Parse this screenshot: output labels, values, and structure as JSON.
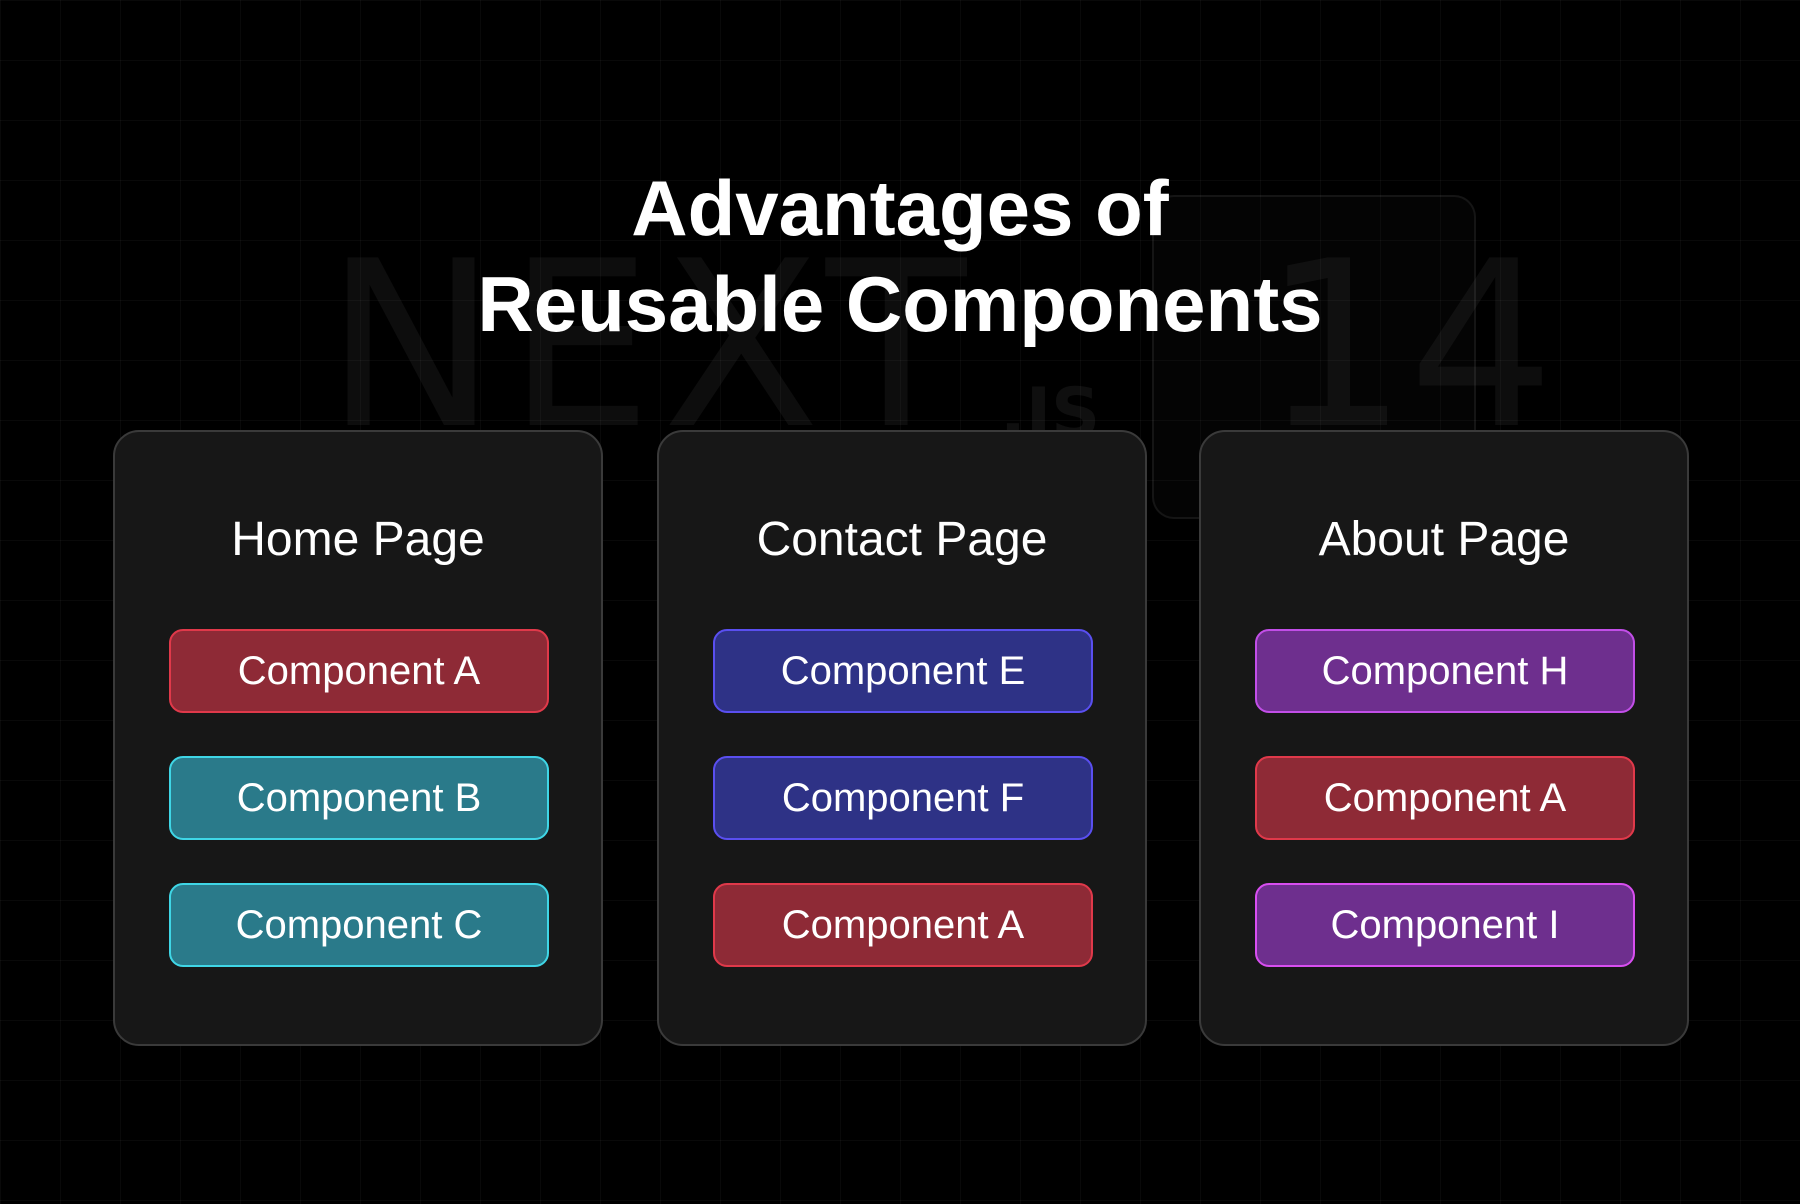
{
  "title": {
    "line1": "Advantages of",
    "line2": "Reusable Components"
  },
  "watermark": {
    "brand": "NEXT",
    "suffix": ".JS",
    "version": "14"
  },
  "colors": {
    "background": "#000000",
    "card_background": "#171717",
    "card_border": "#3a3a3a",
    "red_fill": "#8e2a36",
    "red_border": "#e0394a",
    "teal_fill": "#2a7a8a",
    "teal_border": "#3fd6e6",
    "blue_fill": "#2e3286",
    "blue_border": "#5a4ff0",
    "purple_fill": "#6e2f8e",
    "purple_border": "#c24ee8",
    "magenta_border": "#d84ef0"
  },
  "pages": [
    {
      "title": "Home Page",
      "components": [
        {
          "label": "Component A",
          "fill": "#8e2a36",
          "border": "#e0394a"
        },
        {
          "label": "Component B",
          "fill": "#2a7a8a",
          "border": "#3fd6e6"
        },
        {
          "label": "Component C",
          "fill": "#2a7a8a",
          "border": "#3fd6e6"
        }
      ]
    },
    {
      "title": "Contact Page",
      "components": [
        {
          "label": "Component E",
          "fill": "#2e3286",
          "border": "#5a4ff0"
        },
        {
          "label": "Component F",
          "fill": "#2e3286",
          "border": "#5a4ff0"
        },
        {
          "label": "Component A",
          "fill": "#8e2a36",
          "border": "#e0394a"
        }
      ]
    },
    {
      "title": "About Page",
      "components": [
        {
          "label": "Component H",
          "fill": "#6e2f8e",
          "border": "#c24ee8"
        },
        {
          "label": "Component A",
          "fill": "#8e2a36",
          "border": "#e0394a"
        },
        {
          "label": "Component I",
          "fill": "#6e2f8e",
          "border": "#d84ef0"
        }
      ]
    }
  ]
}
